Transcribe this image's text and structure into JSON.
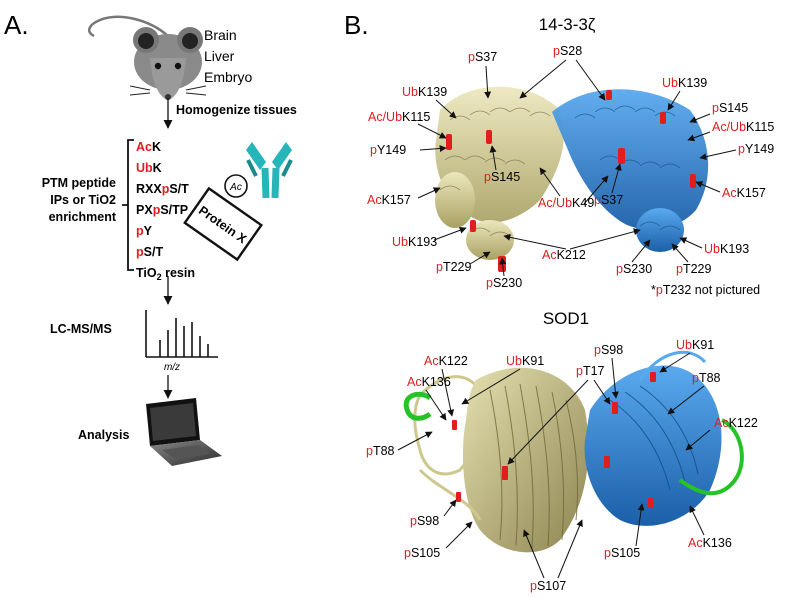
{
  "panelA": {
    "letter": "A.",
    "tissues": [
      "Brain",
      "Liver",
      "Embryo"
    ],
    "homogenize": "Homogenize tissues",
    "enrichment_caption": [
      "PTM peptide",
      "IPs or TiO2",
      "enrichment"
    ],
    "motifs": [
      {
        "red": "Ac",
        "black": "K"
      },
      {
        "red": "Ub",
        "black": "K"
      },
      {
        "pre": "RXX",
        "red": "p",
        "black": "S/T"
      },
      {
        "pre": "PX",
        "red": "p",
        "black": "S/TP"
      },
      {
        "red": "p",
        "black": "Y"
      },
      {
        "red": "p",
        "black": "S/T"
      }
    ],
    "resin": {
      "pre": "TiO",
      "sub": "2",
      "post": " resin"
    },
    "antigen_tag": "Ac",
    "protein": "Protein X",
    "lcms": "LC-MS/MS",
    "axis_label": "m/z",
    "analysis": "Analysis"
  },
  "panelB": {
    "letter": "B.",
    "title_1433": "14-3-3ζ",
    "labels_1433": [
      {
        "id": "ps37-top",
        "red": "p",
        "black": "S37"
      },
      {
        "id": "ps28",
        "red": "p",
        "black": "S28"
      },
      {
        "id": "ubk139-left",
        "red": "Ub",
        "black": "K139"
      },
      {
        "id": "ubk139-right",
        "red": "Ub",
        "black": "K139"
      },
      {
        "id": "acubk115-left",
        "red": "Ac/Ub",
        "black": "K115"
      },
      {
        "id": "ps145-right",
        "red": "p",
        "black": "S145"
      },
      {
        "id": "acubk115-right",
        "red": "Ac/Ub",
        "black": "K115"
      },
      {
        "id": "py149-left",
        "red": "p",
        "black": "Y149"
      },
      {
        "id": "py149-right",
        "red": "p",
        "black": "Y149"
      },
      {
        "id": "ps145-left",
        "red": "p",
        "black": "S145"
      },
      {
        "id": "acubk49",
        "red": "Ac/Ub",
        "black": "K49"
      },
      {
        "id": "ps37-mid",
        "red": "p",
        "black": "S37"
      },
      {
        "id": "ack157-left",
        "red": "Ac",
        "black": "K157"
      },
      {
        "id": "ack157-right",
        "red": "Ac",
        "black": "K157"
      },
      {
        "id": "ubk193-left",
        "red": "Ub",
        "black": "K193"
      },
      {
        "id": "ubk193-right",
        "red": "Ub",
        "black": "K193"
      },
      {
        "id": "ack212",
        "red": "Ac",
        "black": "K212"
      },
      {
        "id": "pt229-left",
        "red": "p",
        "black": "T229"
      },
      {
        "id": "ps230-right",
        "red": "p",
        "black": "S230"
      },
      {
        "id": "pt229-right",
        "red": "p",
        "black": "T229"
      },
      {
        "id": "ps230-left",
        "red": "p",
        "black": "S230"
      }
    ],
    "footnote": {
      "pre": "*",
      "red": "p",
      "black": "T232 not pictured"
    },
    "title_sod1": "SOD1",
    "labels_sod1": [
      {
        "id": "ack122-left",
        "red": "Ac",
        "black": "K122"
      },
      {
        "id": "ubk91-left",
        "red": "Ub",
        "black": "K91"
      },
      {
        "id": "ps98-right",
        "red": "p",
        "black": "S98"
      },
      {
        "id": "ubk91-right",
        "red": "Ub",
        "black": "K91"
      },
      {
        "id": "ack136-left",
        "red": "Ac",
        "black": "K136"
      },
      {
        "id": "pt17",
        "red": "p",
        "black": "T17"
      },
      {
        "id": "pt88-right",
        "red": "p",
        "black": "T88"
      },
      {
        "id": "ack122-right",
        "red": "Ac",
        "black": "K122"
      },
      {
        "id": "pt88-left",
        "red": "p",
        "black": "T88"
      },
      {
        "id": "ps98-left",
        "red": "p",
        "black": "S98"
      },
      {
        "id": "ps105-left",
        "red": "p",
        "black": "S105"
      },
      {
        "id": "ps105-right",
        "red": "p",
        "black": "S105"
      },
      {
        "id": "ack136-right",
        "red": "Ac",
        "black": "K136"
      },
      {
        "id": "ps107",
        "red": "p",
        "black": "S107"
      }
    ]
  },
  "colors": {
    "red_mod": "#e11d1d",
    "helix_yellow": "#d9d29a",
    "helix_blue": "#2f86d6",
    "loop_green": "#27c227",
    "antibody_teal": "#26b5b8"
  }
}
